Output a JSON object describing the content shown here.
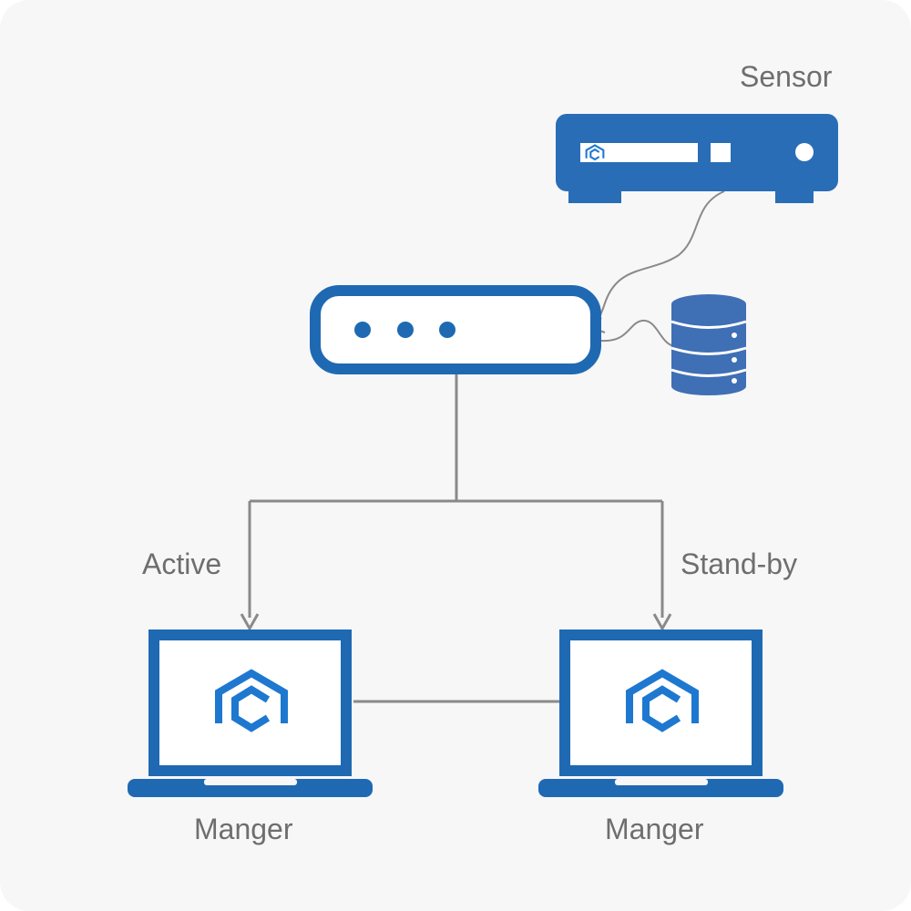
{
  "colors": {
    "device_blue": "#1f69b3",
    "sensor_blue": "#2a6db7",
    "database_blue": "#3f6fb5",
    "logo_blue": "#1e78d0",
    "connector_gray": "#8a8a8a",
    "label_gray": "#6e6e6e",
    "background": "#f7f7f7"
  },
  "nodes": {
    "sensor": {
      "label": "Sensor",
      "icon": "sensor-appliance-icon"
    },
    "switch": {
      "icon": "network-switch-icon"
    },
    "database": {
      "icon": "database-icon"
    },
    "manager_active": {
      "label": "Manger",
      "role": "Active",
      "icon": "laptop-icon"
    },
    "manager_standby": {
      "label": "Manger",
      "role": "Stand-by",
      "icon": "laptop-icon"
    }
  }
}
